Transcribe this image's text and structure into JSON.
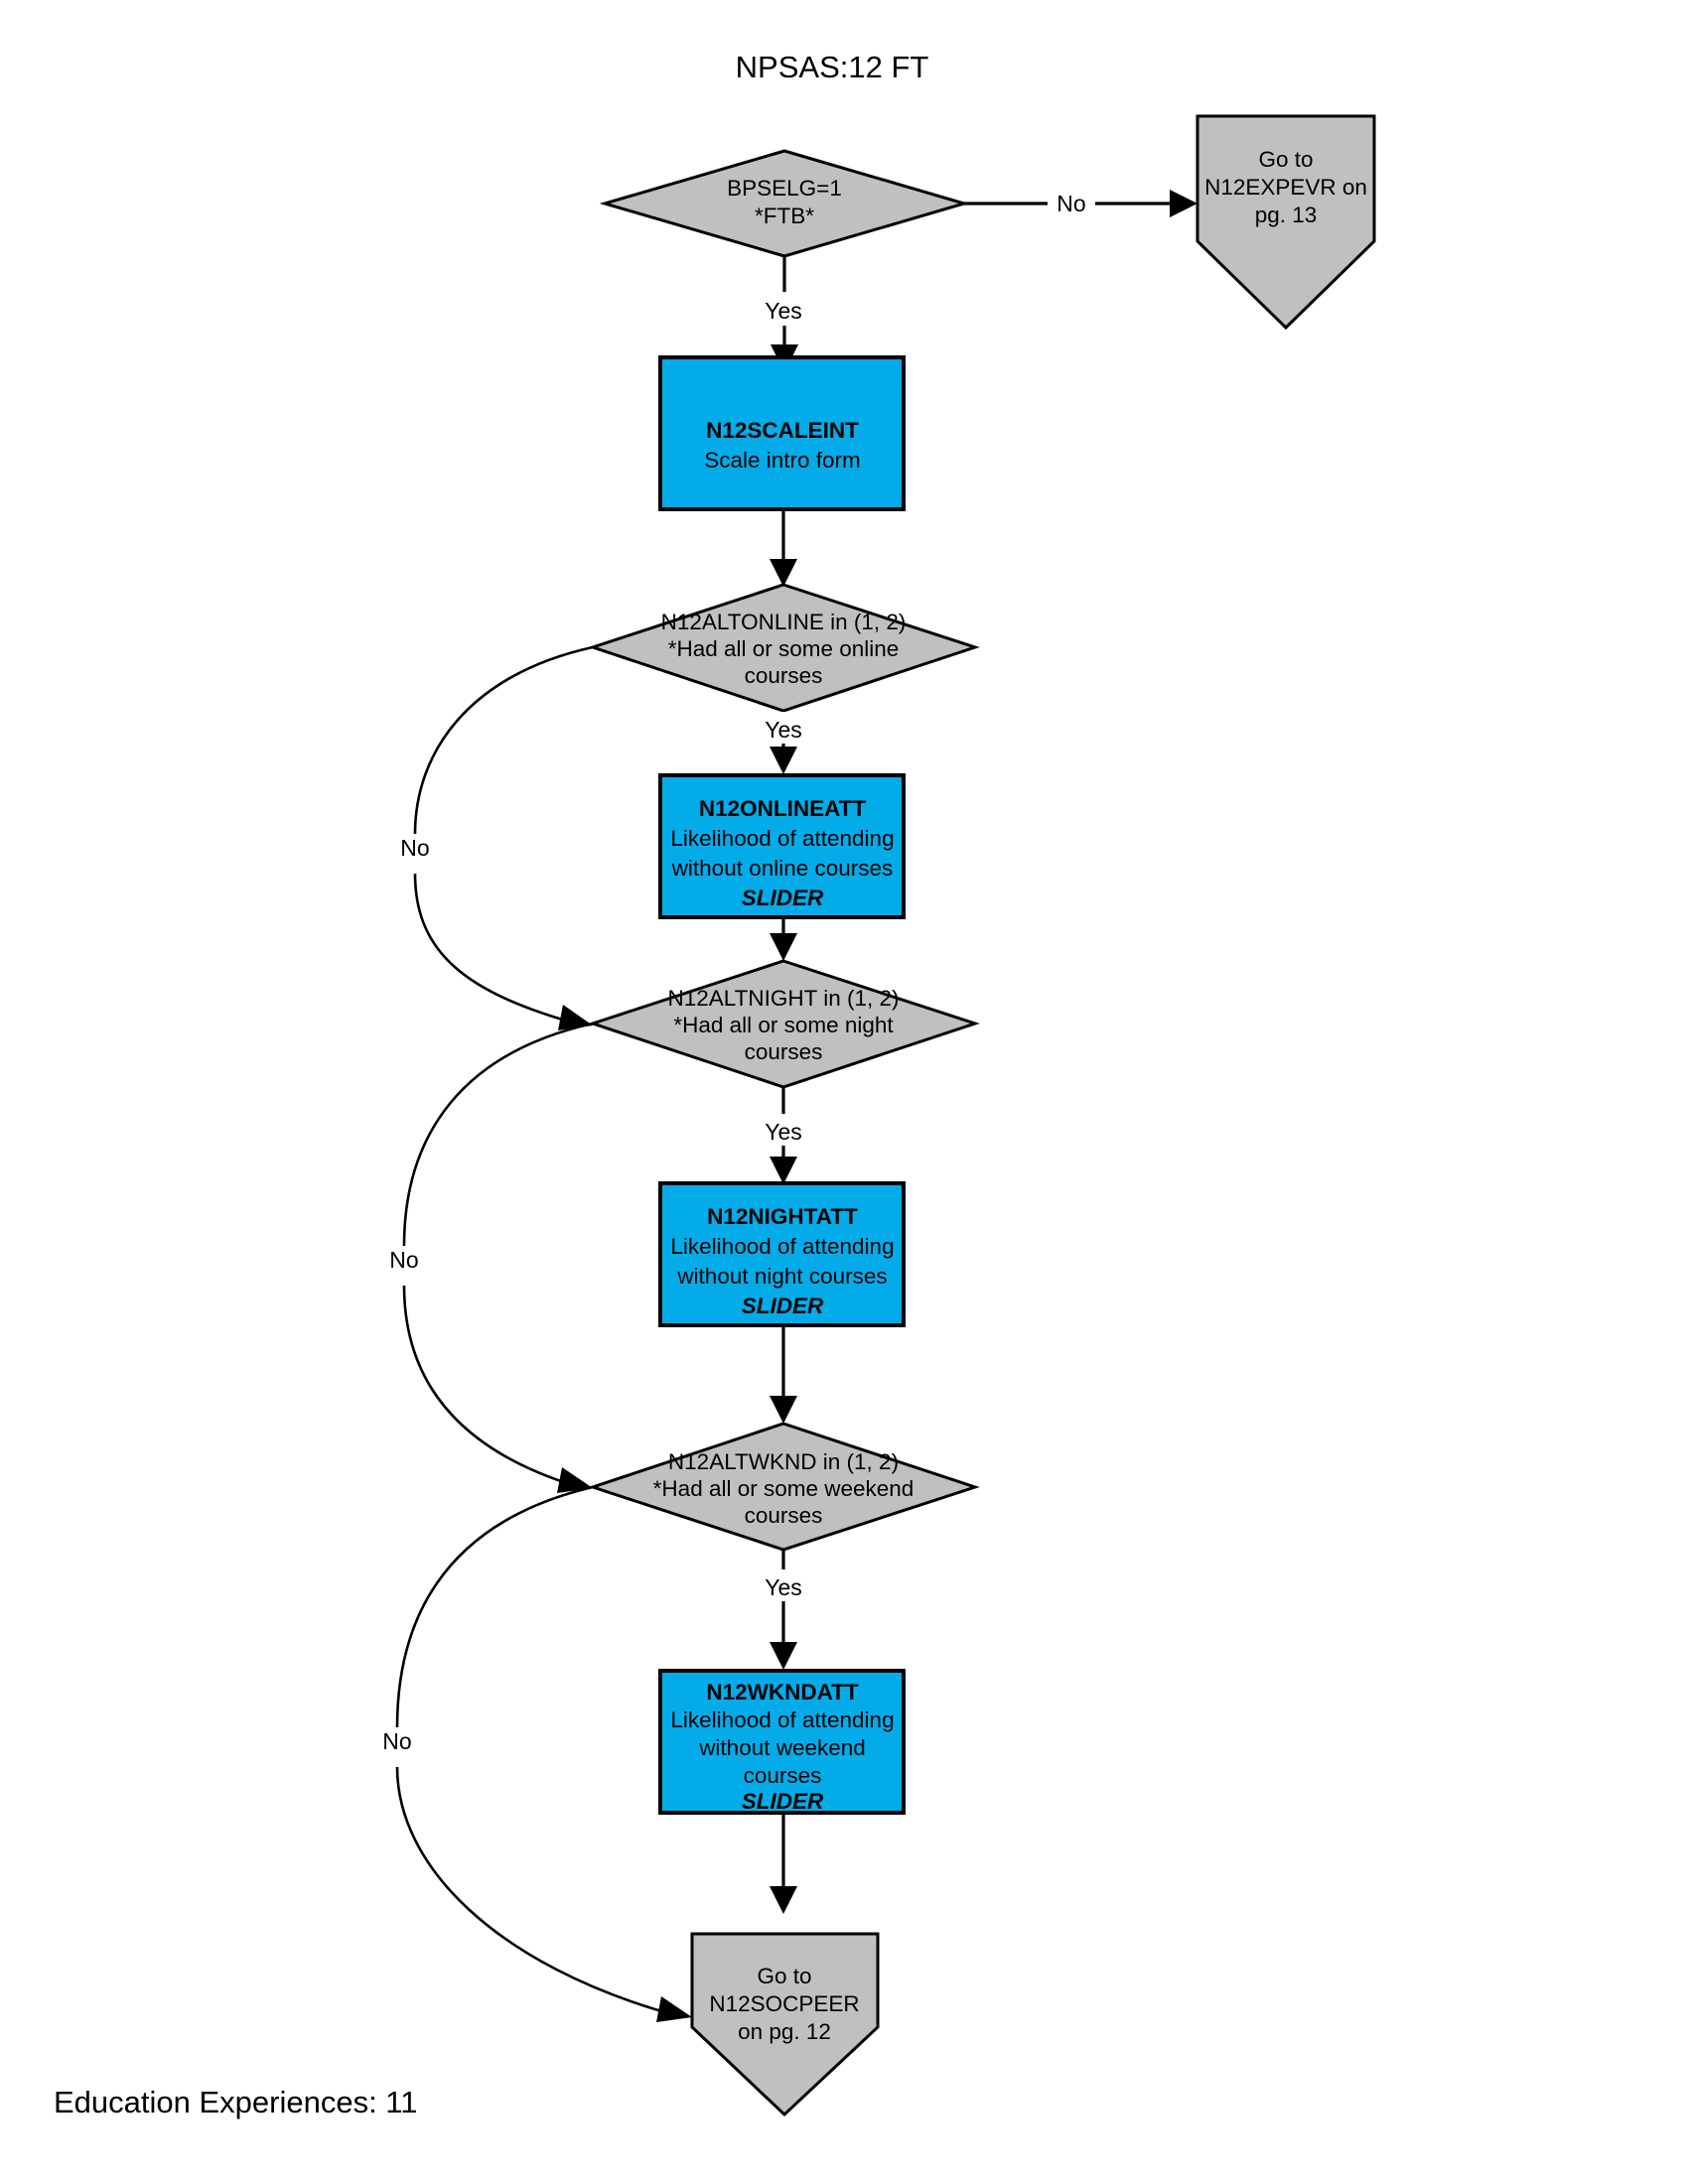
{
  "page": {
    "title": "NPSAS:12 FT",
    "footer": "Education Experiences: 11"
  },
  "nodes": {
    "bpselg": {
      "shape": "decision",
      "line1": "BPSELG=1",
      "line2": "*FTB*"
    },
    "goto_expevr": {
      "shape": "offpage",
      "line1": "Go to",
      "line2": "N12EXPEVR on",
      "line3": "pg. 13"
    },
    "scaleint": {
      "shape": "process",
      "name": "N12SCALEINT",
      "line1": "Scale intro form"
    },
    "altonline": {
      "shape": "decision",
      "line1": "N12ALTONLINE in (1, 2)",
      "line2": "*Had all or some online",
      "line3": "courses"
    },
    "onlineatt": {
      "shape": "process",
      "name": "N12ONLINEATT",
      "line1": "Likelihood of attending",
      "line2": "without online courses",
      "line3": "SLIDER"
    },
    "altnight": {
      "shape": "decision",
      "line1": "N12ALTNIGHT in (1, 2)",
      "line2": "*Had all or some night",
      "line3": "courses"
    },
    "nightatt": {
      "shape": "process",
      "name": "N12NIGHTATT",
      "line1": "Likelihood of attending",
      "line2": "without night courses",
      "line3": "SLIDER"
    },
    "altwknd": {
      "shape": "decision",
      "line1": "N12ALTWKND in (1, 2)",
      "line2": "*Had all or some weekend",
      "line3": "courses"
    },
    "wkndatt": {
      "shape": "process",
      "name": "N12WKNDATT",
      "line1": "Likelihood of attending",
      "line2": "without weekend",
      "line3": "courses",
      "line4": "SLIDER"
    },
    "goto_socpeer": {
      "shape": "offpage",
      "line1": "Go to",
      "line2": "N12SOCPEER",
      "line3": "on pg. 12"
    }
  },
  "edges": {
    "bpselg_no": "No",
    "bpselg_yes": "Yes",
    "altonline_yes": "Yes",
    "altonline_no": "No",
    "altnight_yes": "Yes",
    "altnight_no": "No",
    "altwknd_yes": "Yes",
    "altwknd_no": "No"
  },
  "colors": {
    "process_fill": "#03ace9",
    "decision_fill": "#c0c0c0",
    "offpage_fill": "#c0c0c0",
    "stroke": "#000000",
    "background": "#ffffff"
  }
}
